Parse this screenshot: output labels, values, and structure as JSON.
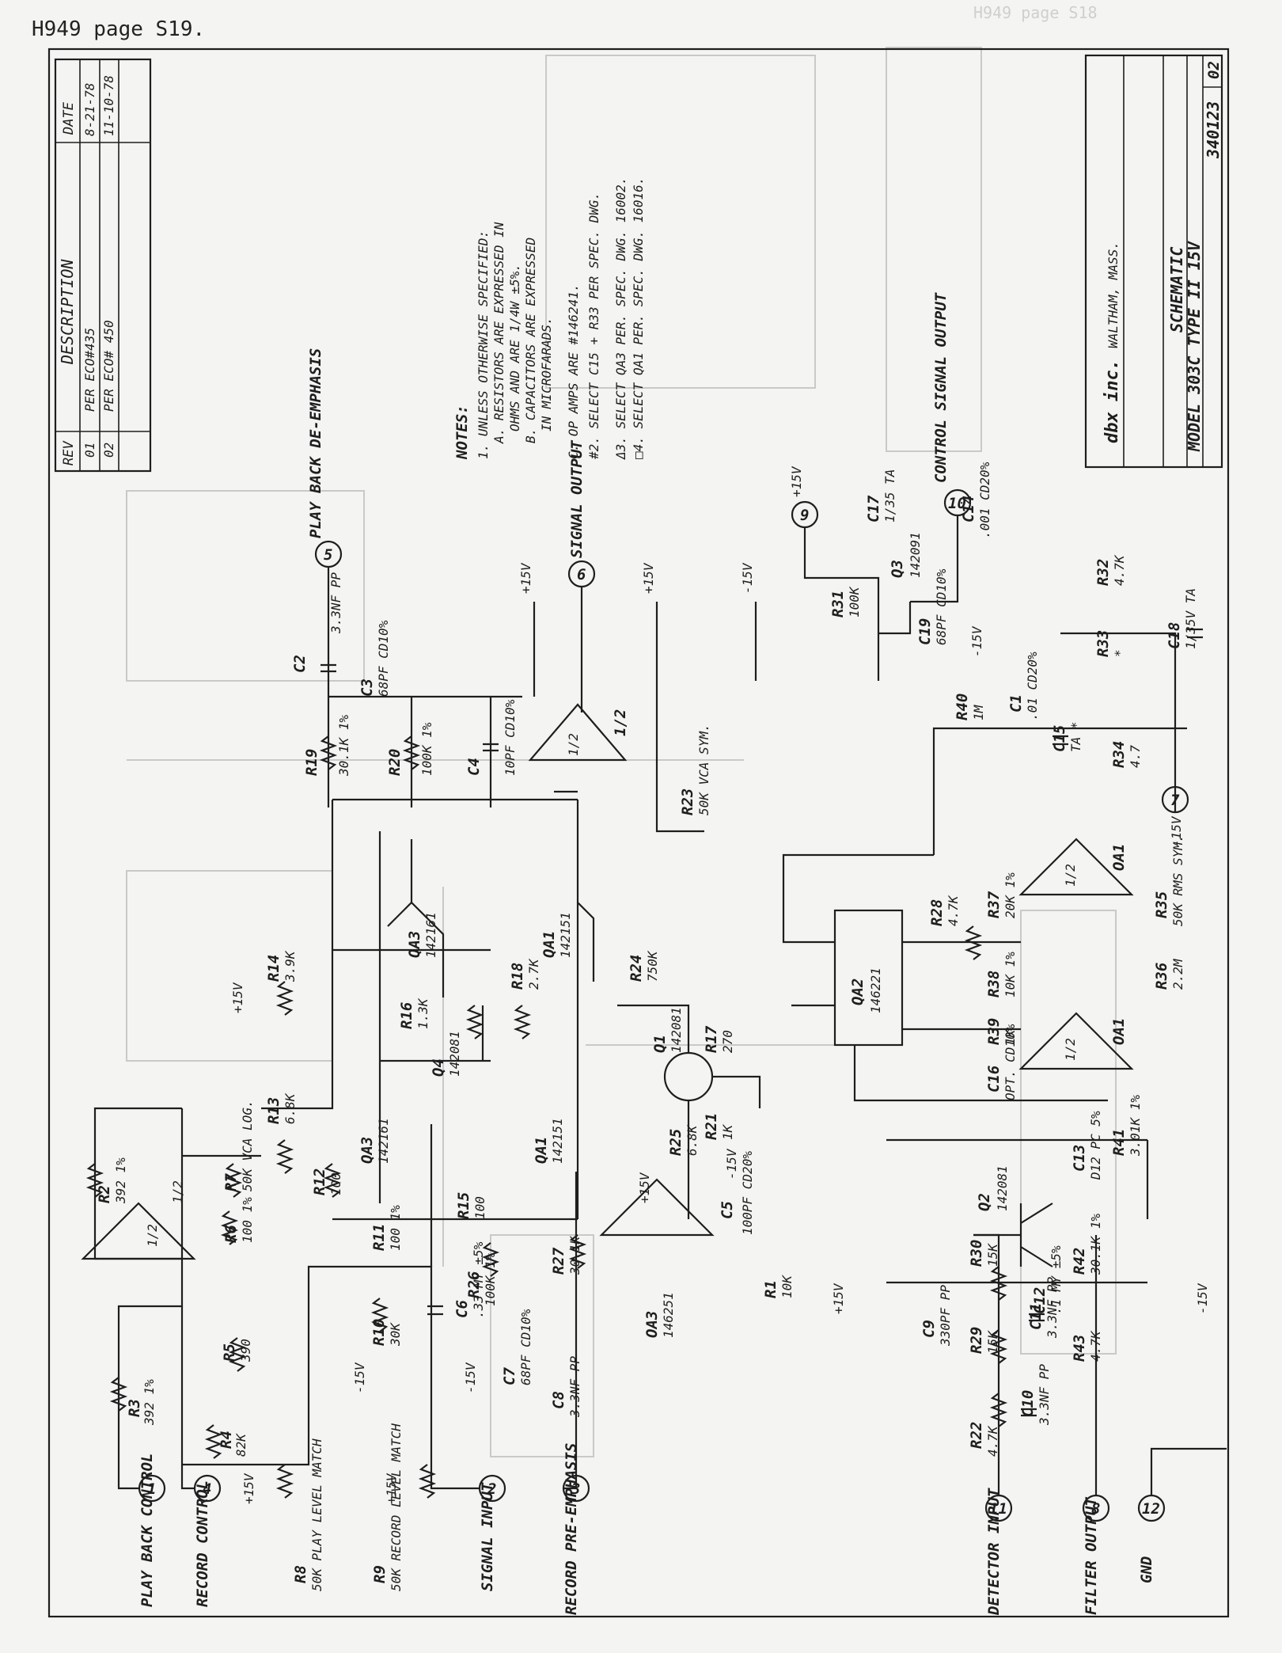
{
  "header": "H949 page S19.",
  "ghost_header": "H949 page S18",
  "revision_table": {
    "headers": [
      "REV",
      "DESCRIPTION",
      "DATE"
    ],
    "rows": [
      {
        "rev": "01",
        "desc": "PER ECO#435",
        "date": "8-21-78"
      },
      {
        "rev": "02",
        "desc": "PER ECO# 450",
        "date": "11-10-78"
      }
    ]
  },
  "title_block": {
    "company": "dbx inc.",
    "location": "WALTHAM, MASS.",
    "title": "SCHEMATIC",
    "model": "MODEL 303C TYPE II 15V",
    "drawing_no": "340123",
    "rev": "02"
  },
  "notes": {
    "heading": "NOTES:",
    "lines": [
      "1. UNLESS OTHERWISE SPECIFIED:",
      "A. RESISTORS ARE EXPRESSED IN",
      "OHMS AND ARE 1/4W ±5%.",
      "B. CAPACITORS ARE EXPRESSED",
      "IN MICROFARADS.",
      "C. OP AMPS ARE #146241.",
      "#2. SELECT C15 + R33 PER SPEC. DWG.",
      "Δ3. SELECT QA3 PER. SPEC. DWG. 16002.",
      "□4. SELECT QA1 PER. SPEC. DWG. 16016."
    ]
  },
  "io": [
    {
      "num": "1",
      "label": "PLAY BACK CONTROL"
    },
    {
      "num": "4",
      "label": "RECORD CONTROL"
    },
    {
      "num": "2",
      "label": "SIGNAL INPUT"
    },
    {
      "num": "3",
      "label": "RECORD PRE-EMPHASIS"
    },
    {
      "num": "5",
      "label": "PLAY BACK DE-EMPHASIS"
    },
    {
      "num": "6",
      "label": "SIGNAL OUTPUT"
    },
    {
      "num": "9",
      "label": "+15V"
    },
    {
      "num": "10",
      "label": "CONTROL SIGNAL OUTPUT"
    },
    {
      "num": "7",
      "label": "-15V"
    },
    {
      "num": "11",
      "label": "DETECTOR INPUT"
    },
    {
      "num": "8",
      "label": "FILTER OUTPUT"
    },
    {
      "num": "12",
      "label": "GND"
    }
  ],
  "components": {
    "R2": "392 1%",
    "R3": "392 1%",
    "R4": "82K",
    "R5": "390",
    "R6": "100 1%",
    "R7": "50K VCA LOG.",
    "R8": "50K PLAY LEVEL MATCH",
    "R9": "50K RECORD LEVEL MATCH",
    "R10": "30K",
    "R11": "100 1%",
    "R12": "100",
    "R13": "6.8K",
    "R14": "3.9K",
    "R15": "100",
    "R16": "1.3K",
    "R17": "270",
    "R18": "2.7K",
    "R19": "30.1K 1%",
    "R20": "100K 1%",
    "R21": "1K",
    "R22": "4.7K",
    "R23": "50K VCA SYM.",
    "R24": "750K",
    "R25": "6.8K",
    "R26": "100K 1%",
    "R27": "30.1K",
    "R28": "4.7K",
    "R29": "15K",
    "R30": "15K",
    "R31": "100K",
    "R32": "4.7K",
    "R33": "*",
    "R34": "4.7",
    "R35": "50K RMS SYM.",
    "R36": "2.2M",
    "R37": "20K 1%",
    "R38": "10K 1%",
    "R39": "1K",
    "R40": "1M",
    "R41": "3.01K 1%",
    "R42": "30.1K 1%",
    "R43": "4.7K",
    "R1": "10K",
    "C1": ".01 CD20%",
    "C2": "3.3NF PP",
    "C3": "68PF CD10%",
    "C4": "10PF CD10%",
    "C5": "100PF CD20%",
    "C6": ".33 MY ±5%",
    "C7": "68PF CD10%",
    "C8": "3.3NF PP",
    "C9": "330PF PP",
    "C10": "3.3NF PP",
    "C11": "3.3NF PP",
    "C12": ".1 MY ±5%",
    "C13": "D12 PC 5%",
    "C14": ".001 CD20%",
    "C15": "TA *",
    "C16": "OPT. CD10%",
    "C17": "1/35 TA",
    "C18": "1/35V TA",
    "C19": "68PF CD10%",
    "OA2": "1/2",
    "OA3": "146251",
    "OA1": "1/2",
    "QA2": "146221",
    "QA3": "142161",
    "QA1": "142151",
    "Q1": "142081",
    "Q2": "142081",
    "Q3": "142091",
    "Q4": "142081"
  },
  "rails": {
    "pos": "+15V",
    "neg": "-15V"
  }
}
